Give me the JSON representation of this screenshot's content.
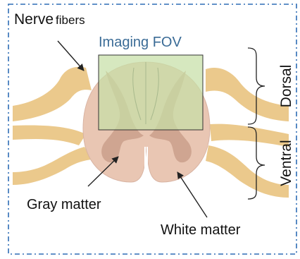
{
  "labels": {
    "nerve_main": "Nerve",
    "nerve_sub": "fibers",
    "fov": "Imaging FOV",
    "dorsal": "Dorsal",
    "ventral": "Ventral",
    "gray_matter": "Gray matter",
    "white_matter": "White matter"
  },
  "colors": {
    "border": "#2f6db5",
    "nerve": "#ebc98c",
    "white_matter": "#e9c6b3",
    "gray_matter": "#cfa591",
    "fov_fill": "#c6dfa6",
    "fov_stroke": "#333333",
    "fov_text": "#3a6b96",
    "arrow": "#222222"
  }
}
